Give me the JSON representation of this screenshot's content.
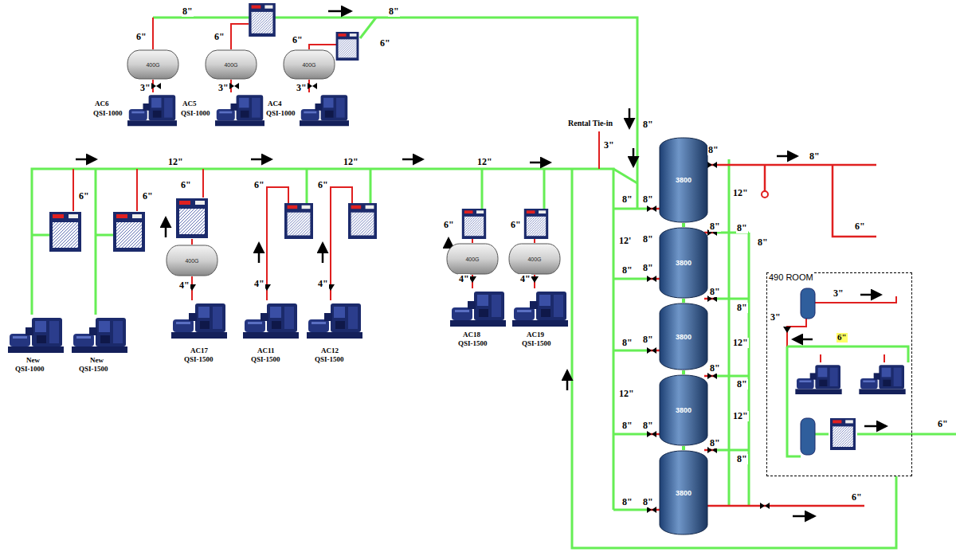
{
  "diagram": {
    "nodes": [
      {
        "text": [
          "400G"
        ]
      },
      {
        "text": [
          "400G"
        ]
      },
      {
        "text": [
          "400G"
        ]
      },
      {
        "text": [
          "400G"
        ]
      },
      {
        "text": [
          "400G"
        ]
      },
      {
        "text": [
          "400G"
        ]
      },
      {
        "text": [
          "3800"
        ]
      },
      {
        "text": [
          "3800"
        ]
      },
      {
        "text": [
          "3800"
        ]
      },
      {
        "text": [
          "3800"
        ]
      },
      {
        "text": [
          "3800"
        ]
      },
      {
        "text": [
          "490 ROOM"
        ]
      }
    ],
    "edges": [
      {
        "from": 6,
        "to": 7,
        "arrow": "none"
      },
      {
        "from": 7,
        "to": 8,
        "arrow": "none"
      },
      {
        "from": 8,
        "to": 9,
        "arrow": "none"
      },
      {
        "from": 9,
        "to": 10,
        "arrow": "none"
      }
    ],
    "labels": [
      "8\"",
      "8\"",
      "6\"",
      "6\"",
      "6\"",
      "6\"",
      "3\"",
      "3\"",
      "3\"",
      "AC6",
      "QSI-1000",
      "AC5",
      "QSI-1000",
      "AC4",
      "QSI-1000",
      "8\"",
      "Rental Tie-in",
      "3\"",
      "12\"",
      "12\"",
      "12\"",
      "6\"",
      "6\"",
      "New",
      "QSI-1000",
      "New",
      "QSI-1500",
      "6\"",
      "4\"",
      "AC17",
      "QSI-1500",
      "6\"",
      "4\"",
      "AC11",
      "QSI-1500",
      "6\"",
      "4\"",
      "AC12",
      "QSI-1500",
      "6\"",
      "4\"",
      "AC18",
      "QSI-1500",
      "6\"",
      "4\"",
      "AC19",
      "QSI-1500",
      "8\"",
      "12\"",
      "8\"",
      "6\"",
      "8\"",
      "8\"",
      "12'",
      "8\"",
      "8\"",
      "8\"",
      "8\"",
      "8\"",
      "8\"",
      "8\"",
      "8\"",
      "12\"",
      "8\"",
      "8\"",
      "8\"",
      "8\"",
      "12\"",
      "8\"",
      "8\"",
      "12\"",
      "8\"",
      "8\"",
      "8\"",
      "8\"",
      "6\"",
      "3\"",
      "3\"",
      "6\"",
      "6\""
    ]
  }
}
